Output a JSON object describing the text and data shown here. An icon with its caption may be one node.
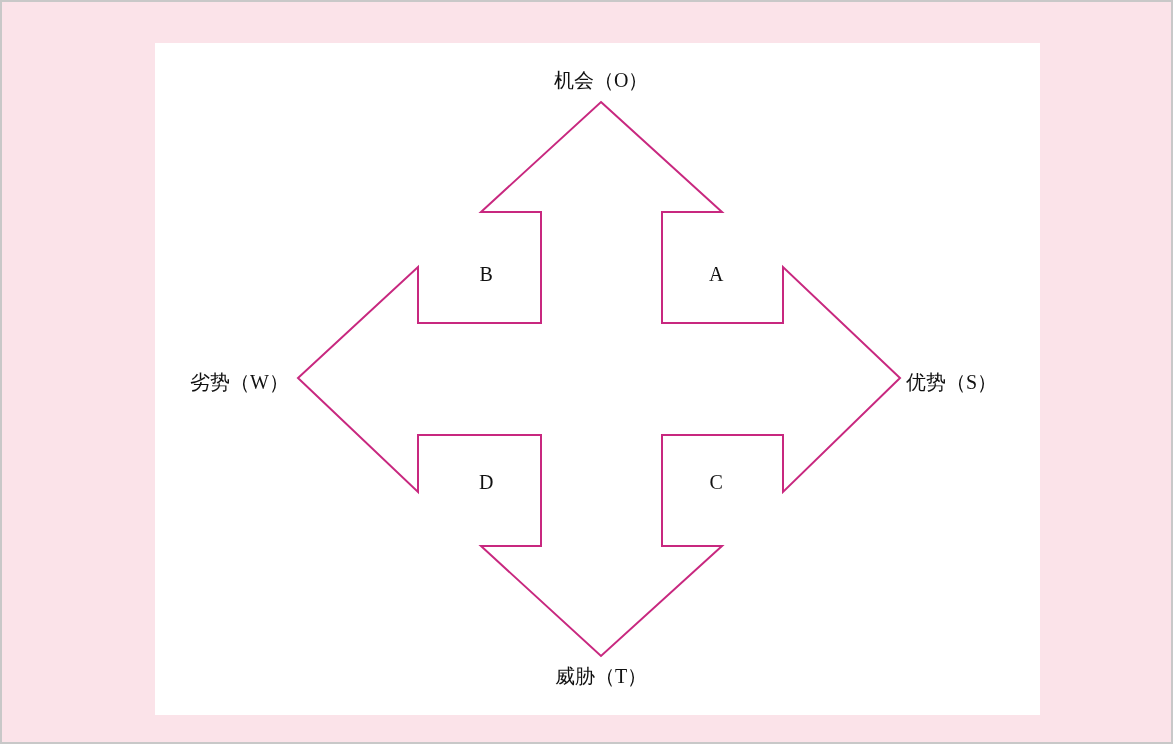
{
  "diagram": {
    "labels": [
      "机会（O）",
      "B",
      "A",
      "劣势（W）",
      "优势（S）",
      "D",
      "C",
      "威胁（T）"
    ]
  }
}
